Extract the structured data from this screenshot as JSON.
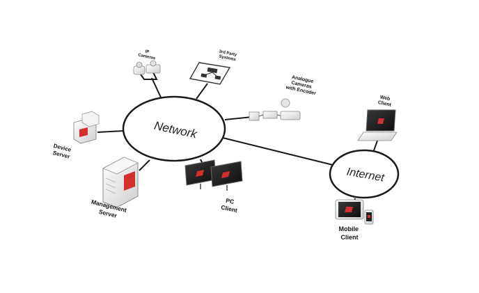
{
  "hubs": {
    "network": "Network",
    "internet": "Internet"
  },
  "devices": {
    "ip_cameras": [
      "IP",
      "Cameras"
    ],
    "third_party": [
      "3rd Party",
      "Systems"
    ],
    "analogue": [
      "Analogue",
      "Cameras",
      "with Encoder"
    ],
    "web_client": [
      "Web",
      "Client"
    ],
    "device_server": [
      "Device",
      "Server"
    ],
    "management_server": [
      "Management",
      "Server"
    ],
    "pc_client": [
      "PC",
      "Client"
    ],
    "mobile_client": [
      "Mobile",
      "Client"
    ]
  },
  "colors": {
    "line": "#1a1a1a",
    "device_body": "#e9e9e9",
    "screen": "#1b1b1b",
    "accent": "#d32f2f"
  }
}
